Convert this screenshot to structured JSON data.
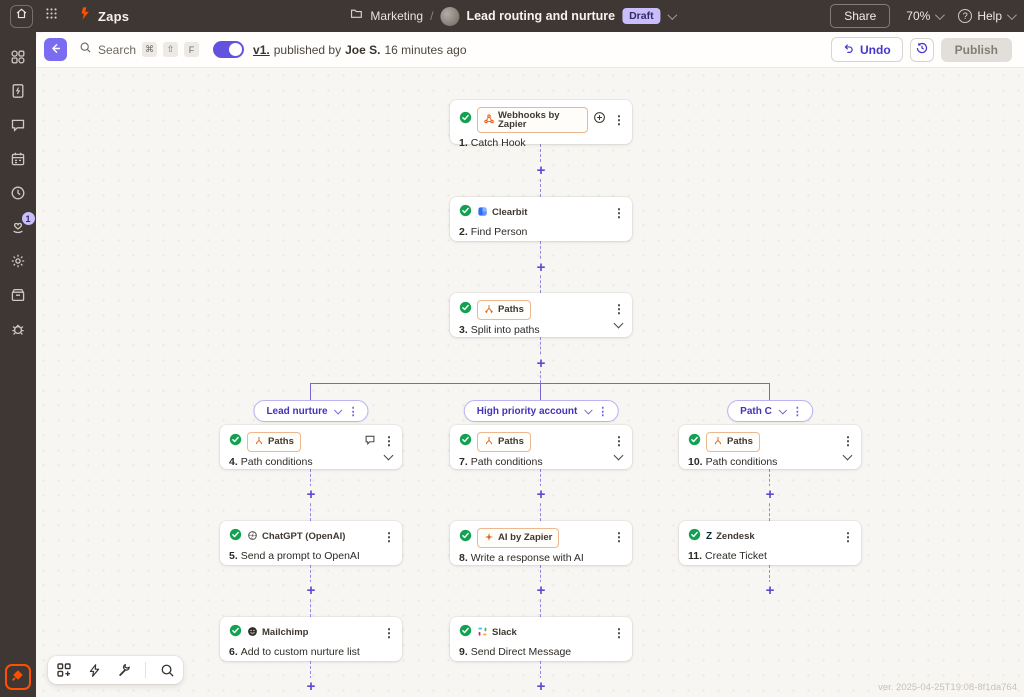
{
  "header": {
    "app_title": "Zaps",
    "breadcrumb": {
      "folder": "Marketing",
      "separator": "/",
      "title": "Lead routing and nurture"
    },
    "status_badge": "Draft",
    "share_label": "Share",
    "zoom_level": "70%",
    "help_label": "Help"
  },
  "toolbar": {
    "search_label": "Search",
    "shortcut_keys": [
      "⌘",
      "⇧",
      "F"
    ],
    "version_link": "v1.",
    "published_prefix": "published by",
    "publisher": "Joe S.",
    "published_time": "16 minutes ago",
    "undo_label": "Undo",
    "publish_label": "Publish"
  },
  "sidebar": {
    "badge_count": "1",
    "icons": [
      "apps-icon",
      "zap-document-icon",
      "chat-icon",
      "calendar-icon",
      "clock-icon",
      "approvals-icon",
      "settings-gear-icon",
      "storage-icon",
      "bug-icon"
    ],
    "active_tool": "canvas-icon"
  },
  "canvas": {
    "paths": [
      {
        "label": "Lead nurture"
      },
      {
        "label": "High priority account"
      },
      {
        "label": "Path C"
      }
    ],
    "nodes": [
      {
        "step": "1.",
        "title": "Catch Hook",
        "app": "Webhooks by Zapier"
      },
      {
        "step": "2.",
        "title": "Find Person",
        "app": "Clearbit"
      },
      {
        "step": "3.",
        "title": "Split into paths",
        "app": "Paths"
      },
      {
        "step": "4.",
        "title": "Path conditions",
        "app": "Paths"
      },
      {
        "step": "5.",
        "title": "Send a prompt to OpenAI",
        "app": "ChatGPT (OpenAI)"
      },
      {
        "step": "6.",
        "title": "Add to custom nurture list",
        "app": "Mailchimp"
      },
      {
        "step": "7.",
        "title": "Path conditions",
        "app": "Paths"
      },
      {
        "step": "8.",
        "title": "Write a response with AI",
        "app": "AI by Zapier"
      },
      {
        "step": "9.",
        "title": "Send Direct Message",
        "app": "Slack"
      },
      {
        "step": "10.",
        "title": "Path conditions",
        "app": "Paths"
      },
      {
        "step": "11.",
        "title": "Create Ticket",
        "app": "Zendesk"
      }
    ],
    "version_stamp": "ver. 2025-04-25T19:08-8f1da764",
    "canvas_toolbar_icons": [
      "add-step-icon",
      "flash-icon",
      "tools-icon",
      "zoom-search-icon"
    ]
  },
  "colors": {
    "brand_orange": "#ff4f00",
    "accent_purple": "#6352e0",
    "success_green": "#12a150",
    "header_bg": "#3e3733",
    "canvas_bg": "#f8f6f3"
  }
}
